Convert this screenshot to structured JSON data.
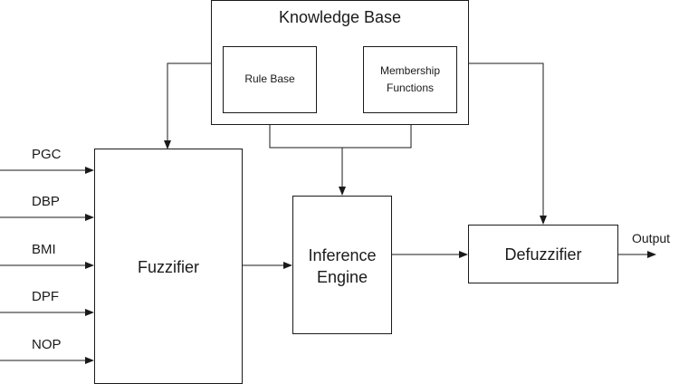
{
  "knowledge_base": {
    "title": "Knowledge Base",
    "rule_base": "Rule Base",
    "membership_line1": "Membership",
    "membership_line2": "Functions"
  },
  "fuzzifier": "Fuzzifier",
  "inference_engine_line1": "Inference",
  "inference_engine_line2": "Engine",
  "defuzzifier": "Defuzzifier",
  "inputs": [
    "PGC",
    "DBP",
    "BMI",
    "DPF",
    "NOP"
  ],
  "output": "Output",
  "colors": {
    "line": "#1a1a1a",
    "background": "#ffffff"
  }
}
